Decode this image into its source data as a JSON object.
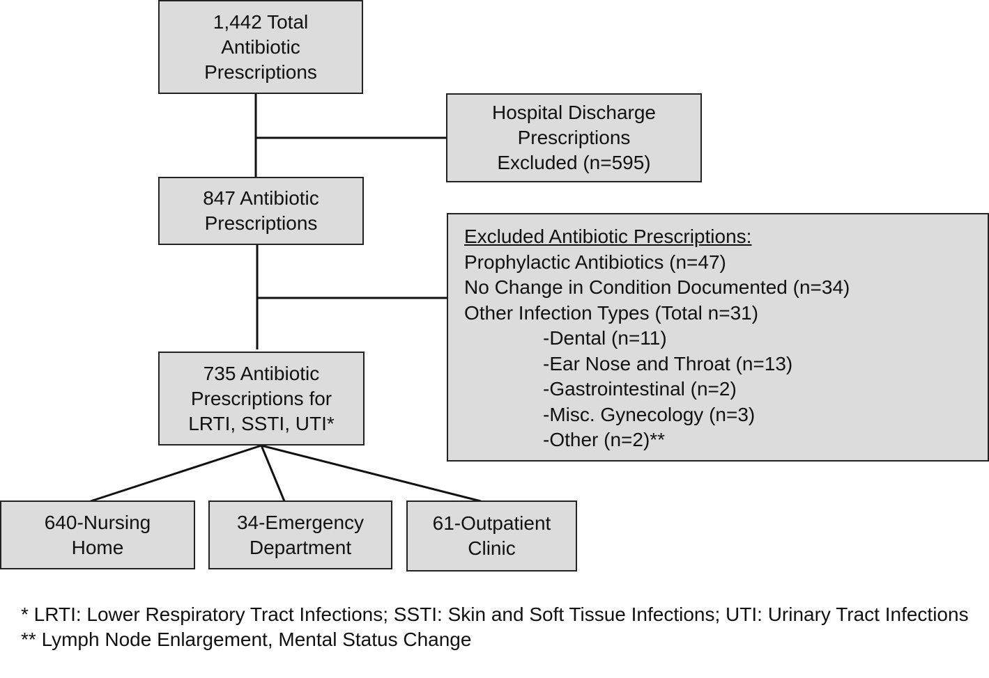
{
  "nodes": {
    "total": [
      "1,442 Total",
      "Antibiotic",
      "Prescriptions"
    ],
    "hospital_excluded": [
      "Hospital Discharge",
      "Prescriptions",
      "Excluded (n=595)"
    ],
    "after_hospital": [
      "847 Antibiotic",
      "Prescriptions"
    ],
    "final": [
      "735 Antibiotic",
      "Prescriptions for",
      "LRTI, SSTI, UTI*"
    ],
    "nursing_home": [
      "640-Nursing",
      "Home"
    ],
    "emergency": [
      "34-Emergency",
      "Department"
    ],
    "outpatient": [
      "61-Outpatient",
      "Clinic"
    ]
  },
  "exclusions": {
    "heading": "Excluded Antibiotic Prescriptions:",
    "reasons": [
      "Prophylactic Antibiotics (n=47)",
      "No Change in Condition Documented (n=34)",
      "Other Infection Types (Total n=31)"
    ],
    "other_types": [
      "-Dental (n=11)",
      "-Ear Nose and Throat (n=13)",
      "-Gastrointestinal (n=2)",
      "-Misc. Gynecology (n=3)",
      "-Other (n=2)**"
    ]
  },
  "footnotes": [
    "* LRTI: Lower Respiratory Tract Infections; SSTI: Skin and Soft Tissue Infections; UTI: Urinary Tract Infections",
    "** Lymph Node Enlargement, Mental Status Change"
  ]
}
